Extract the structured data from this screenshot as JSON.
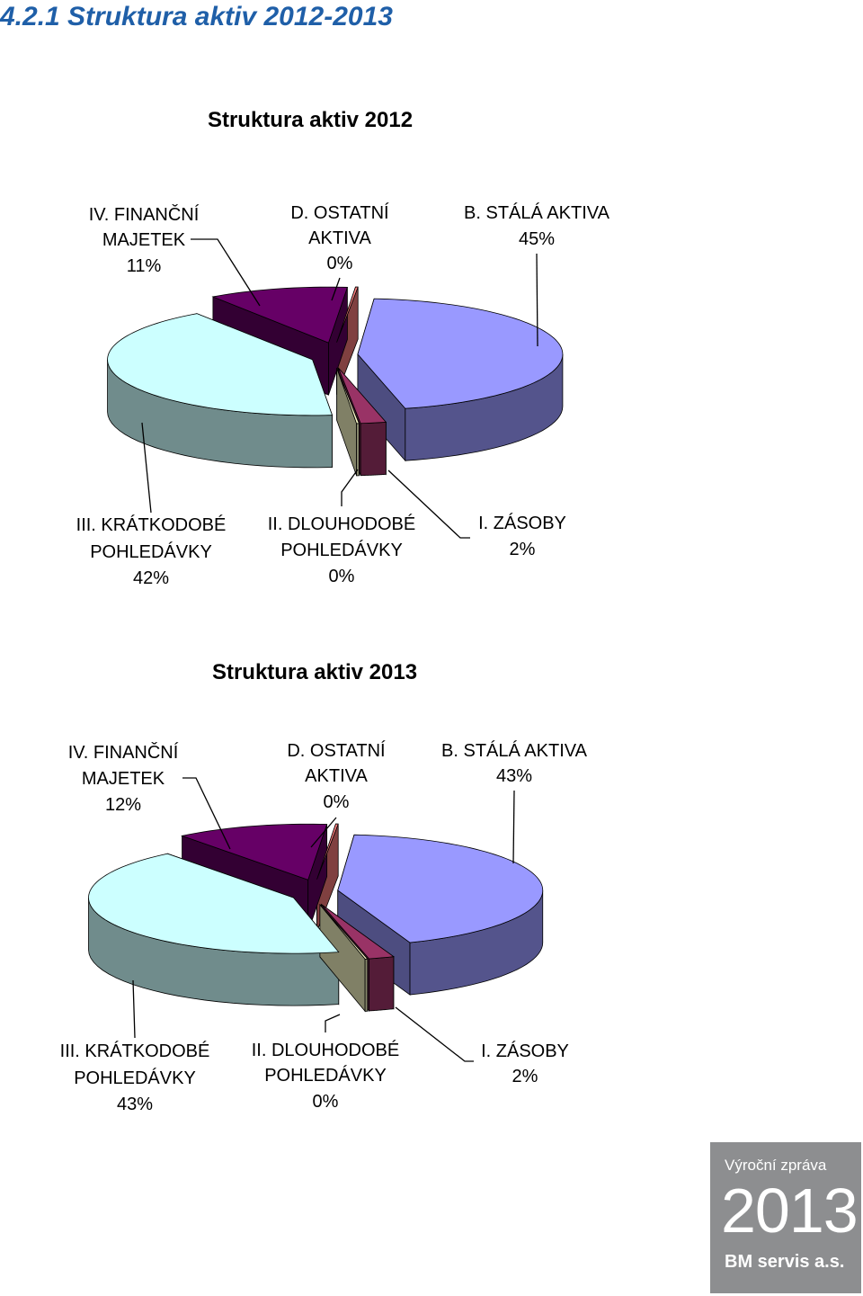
{
  "page": {
    "heading": "4.2.1 Struktura aktiv 2012-2013"
  },
  "chart_data": [
    {
      "type": "pie",
      "title": "Struktura aktiv 2012",
      "slices": [
        {
          "name": "B. STÁLÁ AKTIVA",
          "value": 45,
          "label": "45%",
          "color": "#9999ff"
        },
        {
          "name": "I. ZÁSOBY",
          "value": 2,
          "label": "2%",
          "color": "#993366"
        },
        {
          "name": "II. DLOUHODOBÉ POHLEDÁVKY",
          "value": 0,
          "label": "0%",
          "color": "#ffffcc"
        },
        {
          "name": "III. KRÁTKODOBÉ POHLEDÁVKY",
          "value": 42,
          "label": "42%",
          "color": "#ccffff"
        },
        {
          "name": "IV. FINANČNÍ MAJETEK",
          "value": 11,
          "label": "11%",
          "color": "#660066"
        },
        {
          "name": "D. OSTATNÍ AKTIVA",
          "value": 0,
          "label": "0%",
          "color": "#ff8080"
        }
      ]
    },
    {
      "type": "pie",
      "title": "Struktura aktiv 2013",
      "slices": [
        {
          "name": "B. STÁLÁ AKTIVA",
          "value": 43,
          "label": "43%",
          "color": "#9999ff"
        },
        {
          "name": "I. ZÁSOBY",
          "value": 2,
          "label": "2%",
          "color": "#993366"
        },
        {
          "name": "II. DLOUHODOBÉ POHLEDÁVKY",
          "value": 0,
          "label": "0%",
          "color": "#ffffcc"
        },
        {
          "name": "III. KRÁTKODOBÉ POHLEDÁVKY",
          "value": 43,
          "label": "43%",
          "color": "#ccffff"
        },
        {
          "name": "IV. FINANČNÍ MAJETEK",
          "value": 12,
          "label": "12%",
          "color": "#660066"
        },
        {
          "name": "D. OSTATNÍ AKTIVA",
          "value": 0,
          "label": "0%",
          "color": "#ff8080"
        }
      ]
    }
  ],
  "badge": {
    "line1": "Výroční zpráva",
    "year": "2013",
    "line2": "BM servis a.s."
  }
}
